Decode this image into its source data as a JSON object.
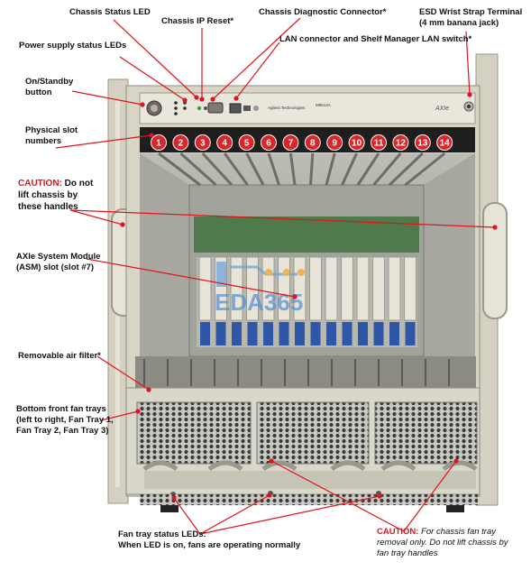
{
  "labels": {
    "chassis_status_led": "Chassis Status LED",
    "chassis_ip_reset": "Chassis IP Reset*",
    "chassis_diag": "Chassis Diagnostic Connector*",
    "esd_line1": "ESD Wrist Strap Terminal",
    "esd_line2": "(4 mm banana jack)",
    "lan": "LAN connector and Shelf Manager LAN switch*",
    "power_leds": "Power supply status LEDs",
    "onstandby_line1": "On/Standby",
    "onstandby_line2": "button",
    "physical_slot_line1": "Physical slot",
    "physical_slot_line2": "numbers",
    "caution_word": "CAUTION:",
    "caution_handles_line1": " Do not",
    "caution_handles_line2": "lift chassis by",
    "caution_handles_line3": "these handles",
    "asm_line1": "AXIe System Module",
    "asm_line2": "(ASM) slot (slot #7)",
    "air_filter": "Removable air filter*",
    "fan_trays_line1": "Bottom front fan trays",
    "fan_trays_line2": "(left to right, Fan Tray 1,",
    "fan_trays_line3": "Fan Tray 2, Fan Tray 3)",
    "fan_led_line1": "Fan tray status LEDs:",
    "fan_led_line2": "When LED is on, fans are operating normally",
    "fan_caution_word": "CAUTION:",
    "fan_caution_line1": " For chassis fan tray",
    "fan_caution_line2": "removal only. Do not lift chassis by",
    "fan_caution_line3": "fan tray handles"
  },
  "slot_numbers": [
    "1",
    "2",
    "3",
    "4",
    "5",
    "6",
    "7",
    "8",
    "9",
    "10",
    "11",
    "12",
    "13",
    "14"
  ],
  "panel": {
    "brand": "Agilent Technologies",
    "model": "M9514A",
    "axie_logo": "AXIe"
  },
  "watermark": "EDA365",
  "colors": {
    "caution": "#e0141b",
    "leader": "#e0141b",
    "slot_badge": "#d9262a",
    "chassis": "#d8d4c6"
  }
}
